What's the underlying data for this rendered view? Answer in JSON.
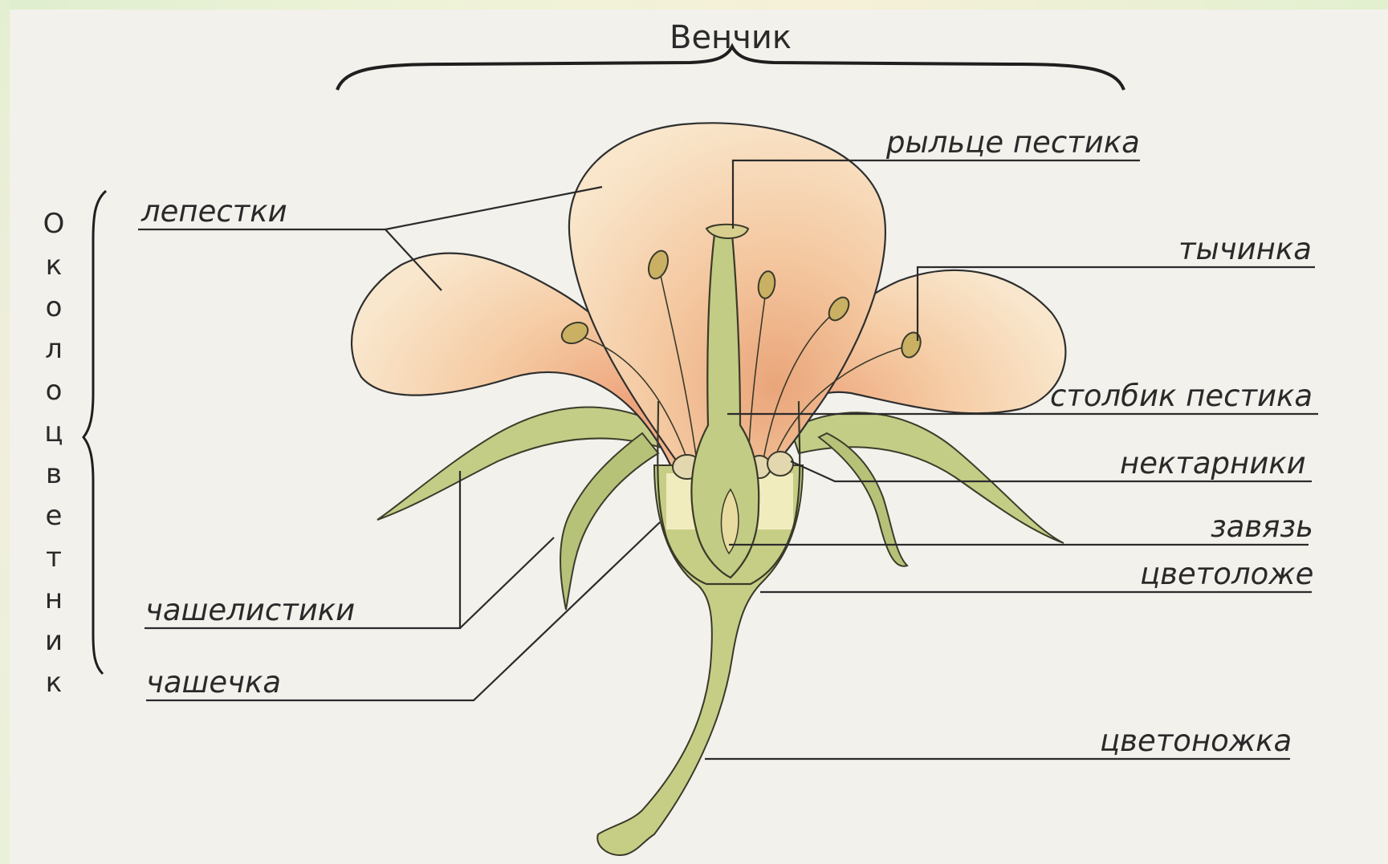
{
  "diagram": {
    "top_label": "Венчик",
    "side_label_letters": [
      "О",
      "к",
      "о",
      "л",
      "о",
      "ц",
      "в",
      "е",
      "т",
      "н",
      "и",
      "к"
    ],
    "labels": {
      "petals": "лепестки",
      "stigma": "рыльце пестика",
      "stamen": "тычинка",
      "style": "столбик пестика",
      "nectaries": "нектарники",
      "ovary": "завязь",
      "receptacle": "цветоложе",
      "sepals": "чашелистики",
      "calyx": "чашечка",
      "pedicel": "цветоножка"
    },
    "colors": {
      "petal": "#f2c49a",
      "petal_light": "#f8e0c2",
      "green": "#c2cc84",
      "green_dark": "#8f9e4e",
      "ovary_fill": "#f1ecbd",
      "paper": "#f3f1ec"
    }
  }
}
